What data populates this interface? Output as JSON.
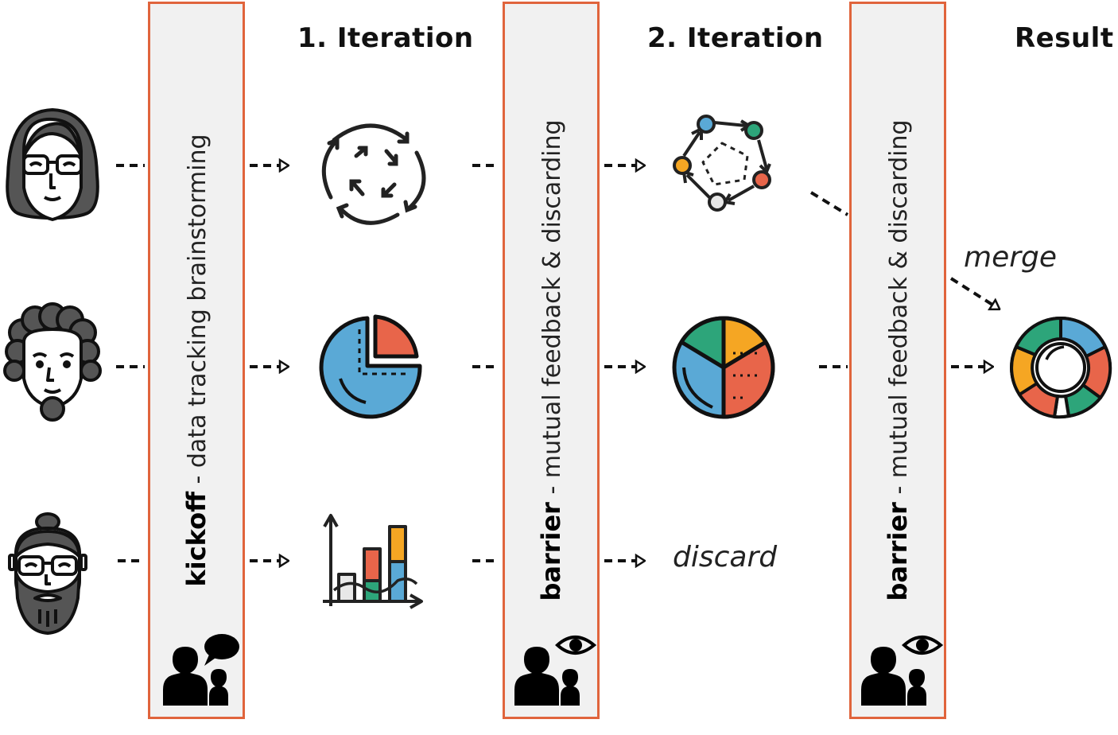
{
  "titles": {
    "iteration1": "1. Iteration",
    "iteration2": "2. Iteration",
    "result": "Result"
  },
  "phases": {
    "kickoff": {
      "bold": "kickoff",
      "rest": " - data tracking brainstorming",
      "icon": "people-talking-icon"
    },
    "barrier1": {
      "bold": "barrier",
      "rest": " - mutual feedback & discarding",
      "icon": "people-watching-icon"
    },
    "barrier2": {
      "bold": "barrier",
      "rest": " - mutual feedback & discarding",
      "icon": "people-watching-icon"
    }
  },
  "labels": {
    "discard": "discard",
    "merge": "merge"
  },
  "people": [
    "woman-glasses-avatar",
    "curly-hair-man-avatar",
    "bearded-man-glasses-avatar"
  ],
  "iteration1_icons": [
    "cycle-arrows-icon",
    "pie-chart-icon",
    "stacked-bar-chart-icon"
  ],
  "iteration2_icons": [
    "network-cycle-icon",
    "pie-chart-icon"
  ],
  "result_icon": "donut-chart-icon",
  "colors": {
    "accent": "#e0643c",
    "panel": "#f1f1f1",
    "blue": "#5aa9d6",
    "red": "#e8654a",
    "green": "#2da57a",
    "orange": "#f5a623",
    "gray": "#555555"
  }
}
